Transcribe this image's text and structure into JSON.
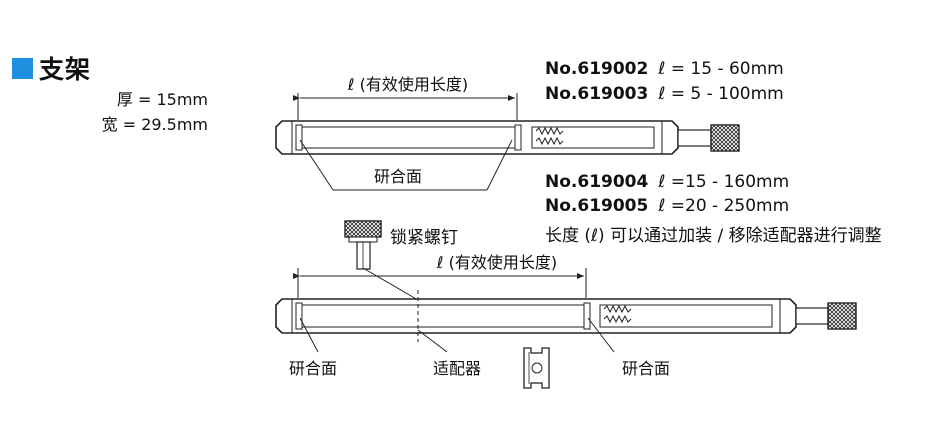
{
  "title": "支架",
  "specs": {
    "thickness": "厚 = 15mm",
    "width": "宽 = 29.5mm"
  },
  "models_a": [
    {
      "no": "No.619002",
      "range": "ℓ = 15 - 60mm"
    },
    {
      "no": "No.619003",
      "range": "ℓ = 5 - 100mm"
    }
  ],
  "models_b": [
    {
      "no": "No.619004",
      "range": "ℓ =15 - 160mm"
    },
    {
      "no": "No.619005",
      "range": "ℓ =20 - 250mm"
    }
  ],
  "note": "长度 (ℓ) 可以通过加装 / 移除适配器进行调整",
  "dim_label": "ℓ (有效使用长度)",
  "labels": {
    "lapped_face": "研合面",
    "lock_screw": "锁紧螺钉",
    "adapter": "适配器"
  },
  "colors": {
    "accent": "#1f8fe0",
    "line": "#222222"
  }
}
